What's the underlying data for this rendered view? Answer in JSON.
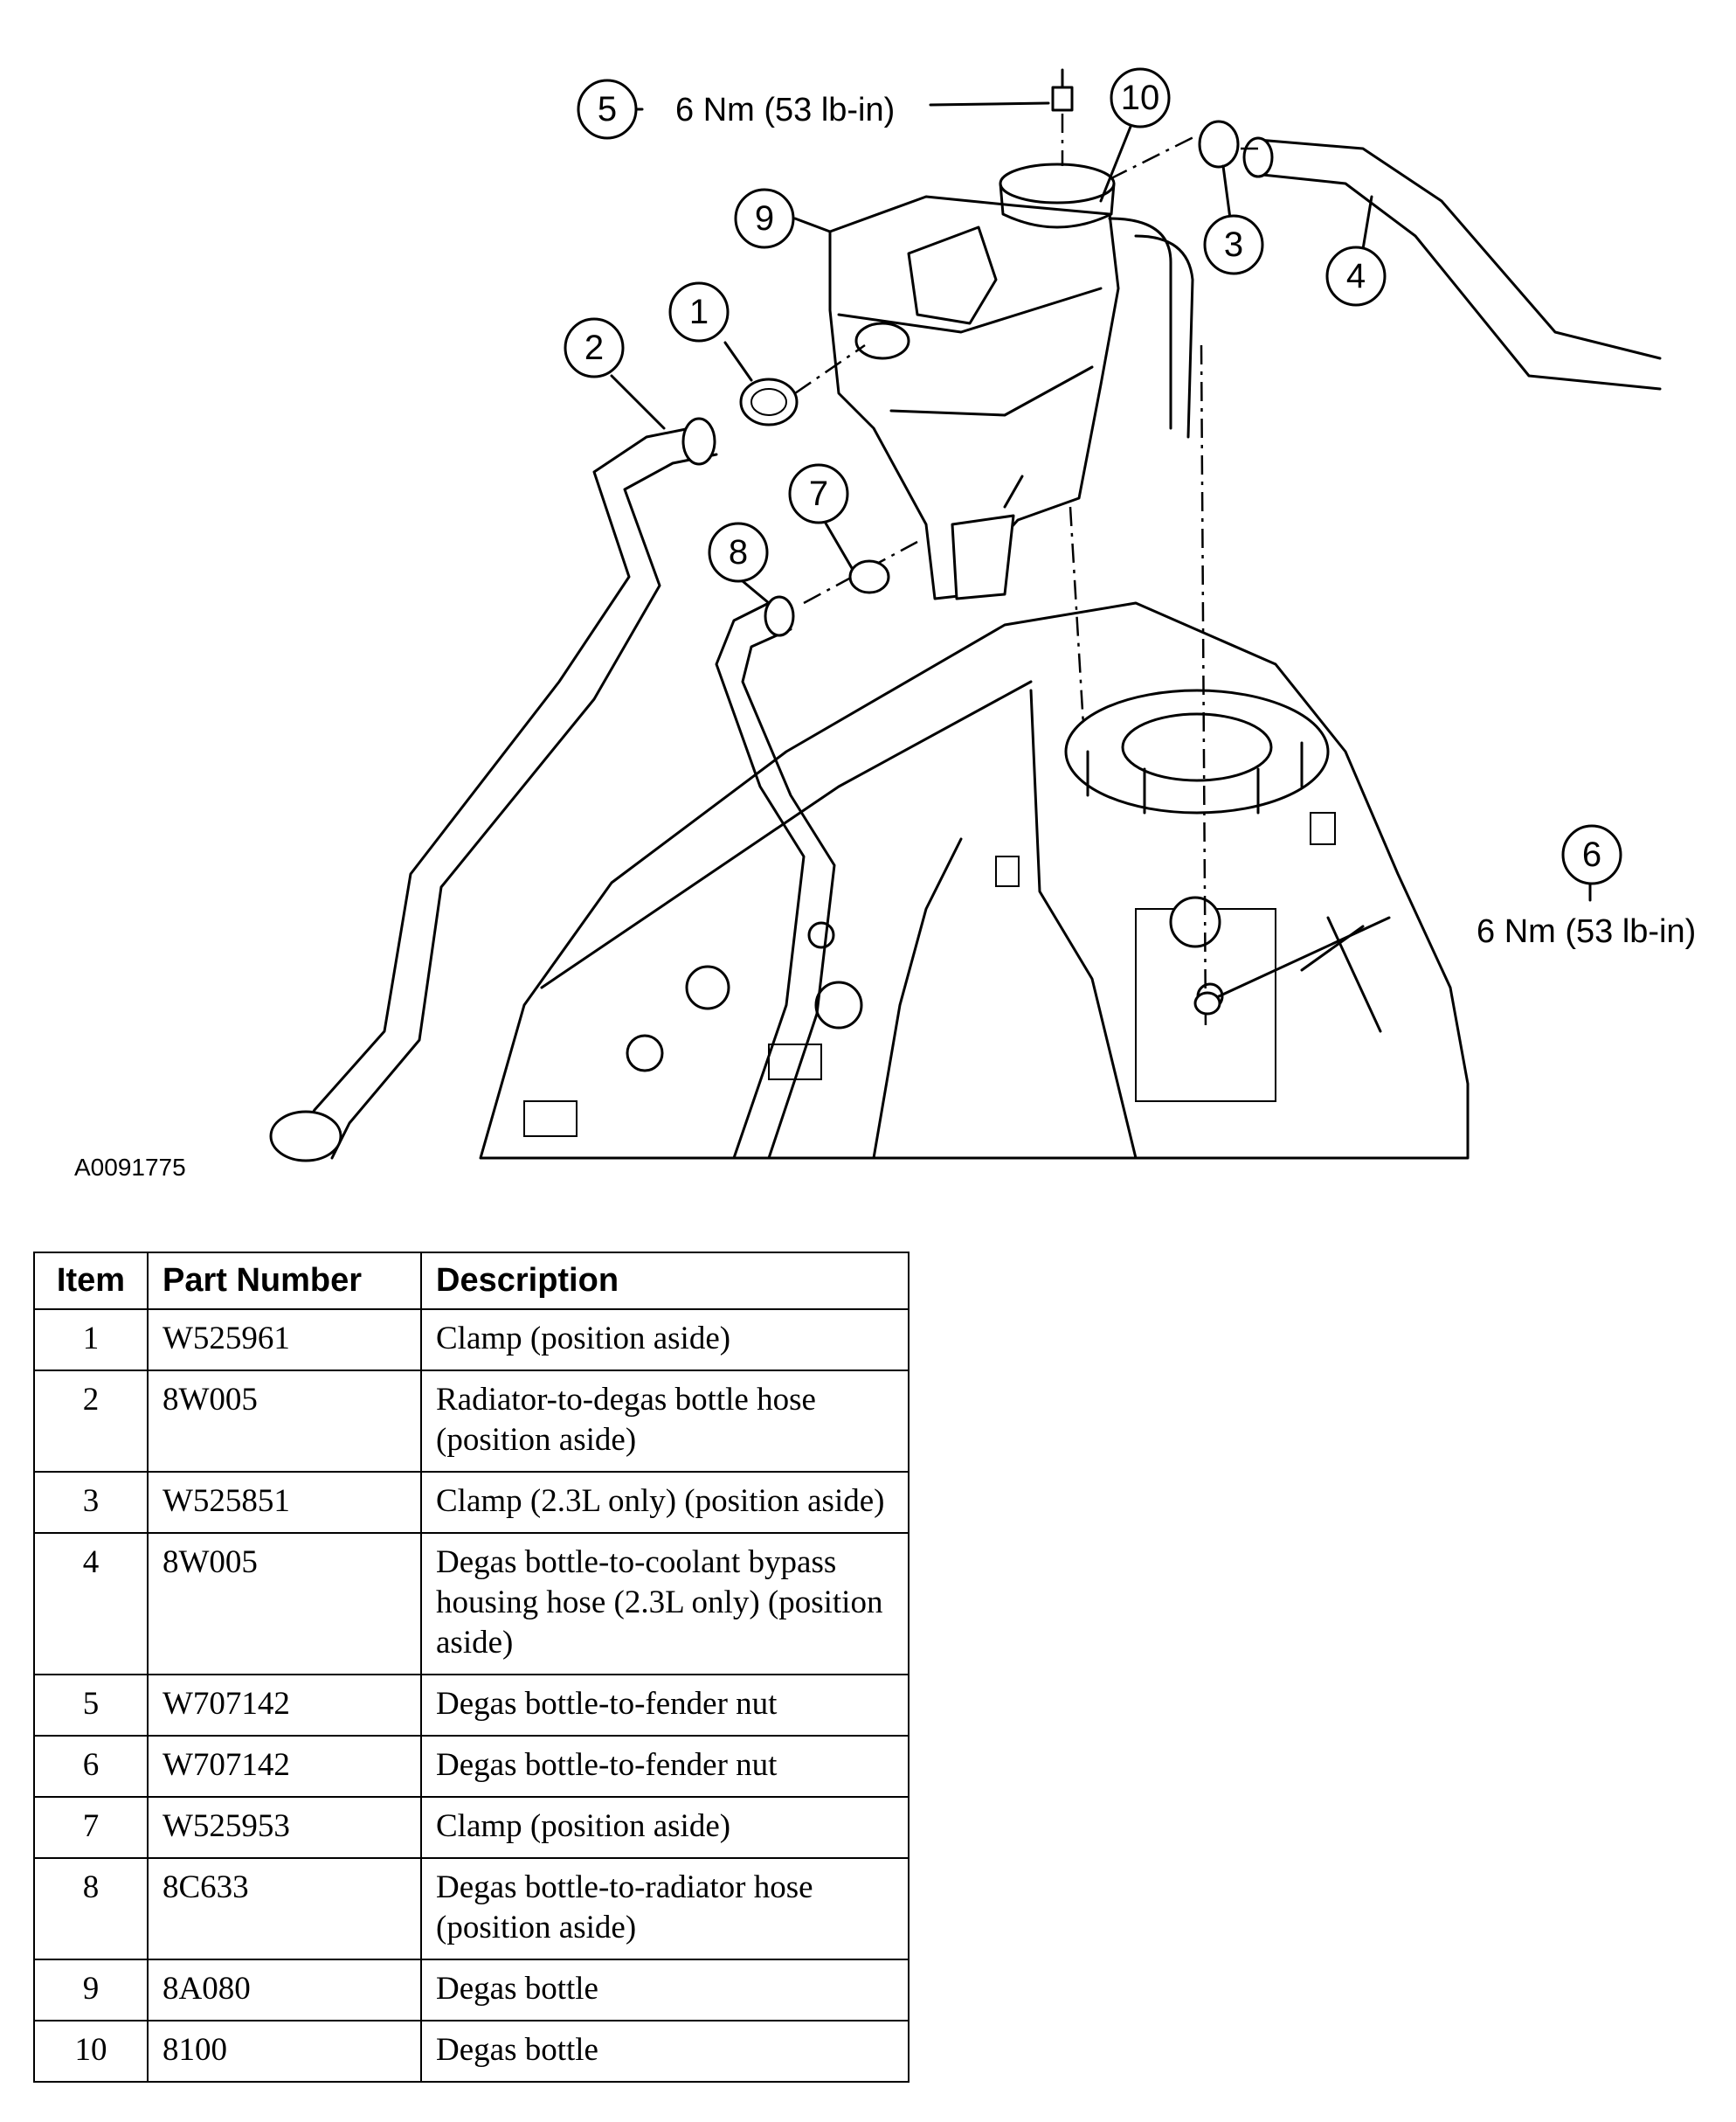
{
  "figure": {
    "id": "A0091775",
    "callouts": [
      "1",
      "2",
      "3",
      "4",
      "5",
      "6",
      "7",
      "8",
      "9",
      "10"
    ],
    "torque_5": "6 Nm (53 lb-in)",
    "torque_6": "6 Nm (53 lb-in)"
  },
  "table": {
    "headers": {
      "item": "Item",
      "part": "Part Number",
      "desc": "Description"
    },
    "rows": [
      {
        "item": "1",
        "part": "W525961",
        "desc": "Clamp (position aside)"
      },
      {
        "item": "2",
        "part": "8W005",
        "desc": "Radiator-to-degas bottle hose (position aside)"
      },
      {
        "item": "3",
        "part": "W525851",
        "desc": "Clamp (2.3L only) (position aside)"
      },
      {
        "item": "4",
        "part": "8W005",
        "desc": "Degas bottle-to-coolant bypass housing hose (2.3L only) (position aside)"
      },
      {
        "item": "5",
        "part": "W707142",
        "desc": "Degas bottle-to-fender nut"
      },
      {
        "item": "6",
        "part": "W707142",
        "desc": "Degas bottle-to-fender nut"
      },
      {
        "item": "7",
        "part": "W525953",
        "desc": "Clamp (position aside)"
      },
      {
        "item": "8",
        "part": "8C633",
        "desc": "Degas bottle-to-radiator hose (position aside)"
      },
      {
        "item": "9",
        "part": "8A080",
        "desc": "Degas bottle"
      },
      {
        "item": "10",
        "part": "8100",
        "desc": "Degas bottle"
      }
    ]
  }
}
